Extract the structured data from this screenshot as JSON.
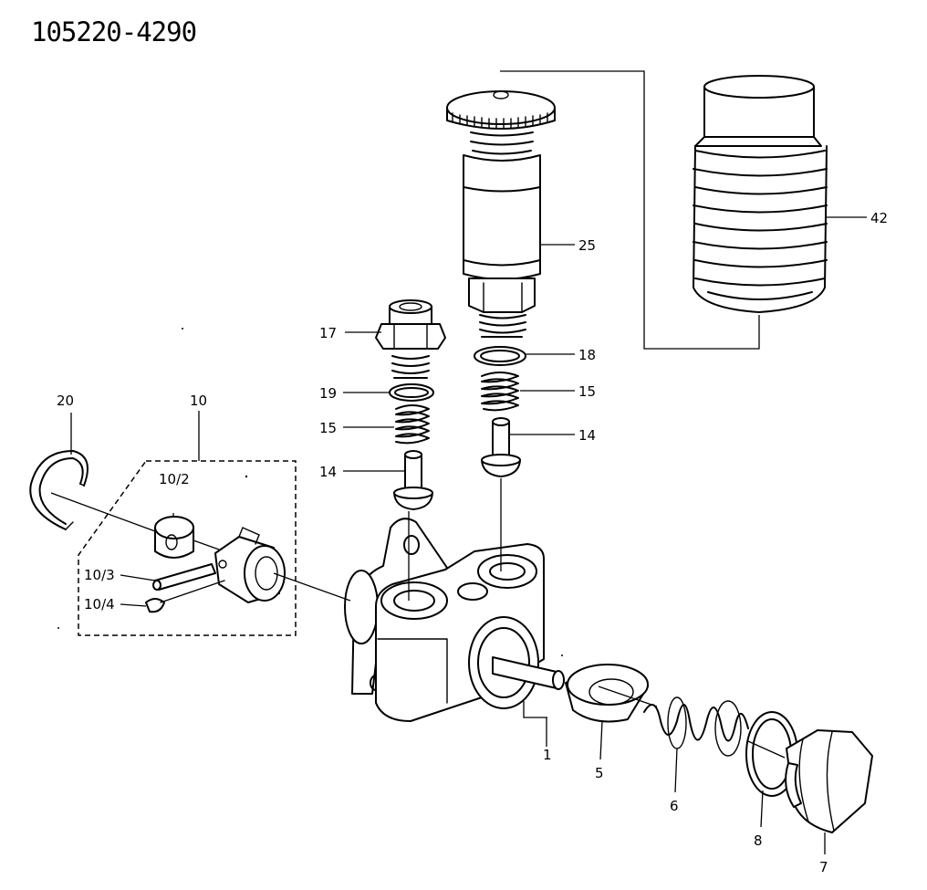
{
  "drawing": {
    "part_number": "105220-4290"
  },
  "callouts": {
    "c1": "1",
    "c5": "5",
    "c6": "6",
    "c7": "7",
    "c8": "8",
    "c10": "10",
    "c10_2": "10/2",
    "c10_3": "10/3",
    "c10_4": "10/4",
    "c14a": "14",
    "c14b": "14",
    "c15a": "15",
    "c15b": "15",
    "c17": "17",
    "c18": "18",
    "c19": "19",
    "c20": "20",
    "c25": "25",
    "c42": "42"
  }
}
